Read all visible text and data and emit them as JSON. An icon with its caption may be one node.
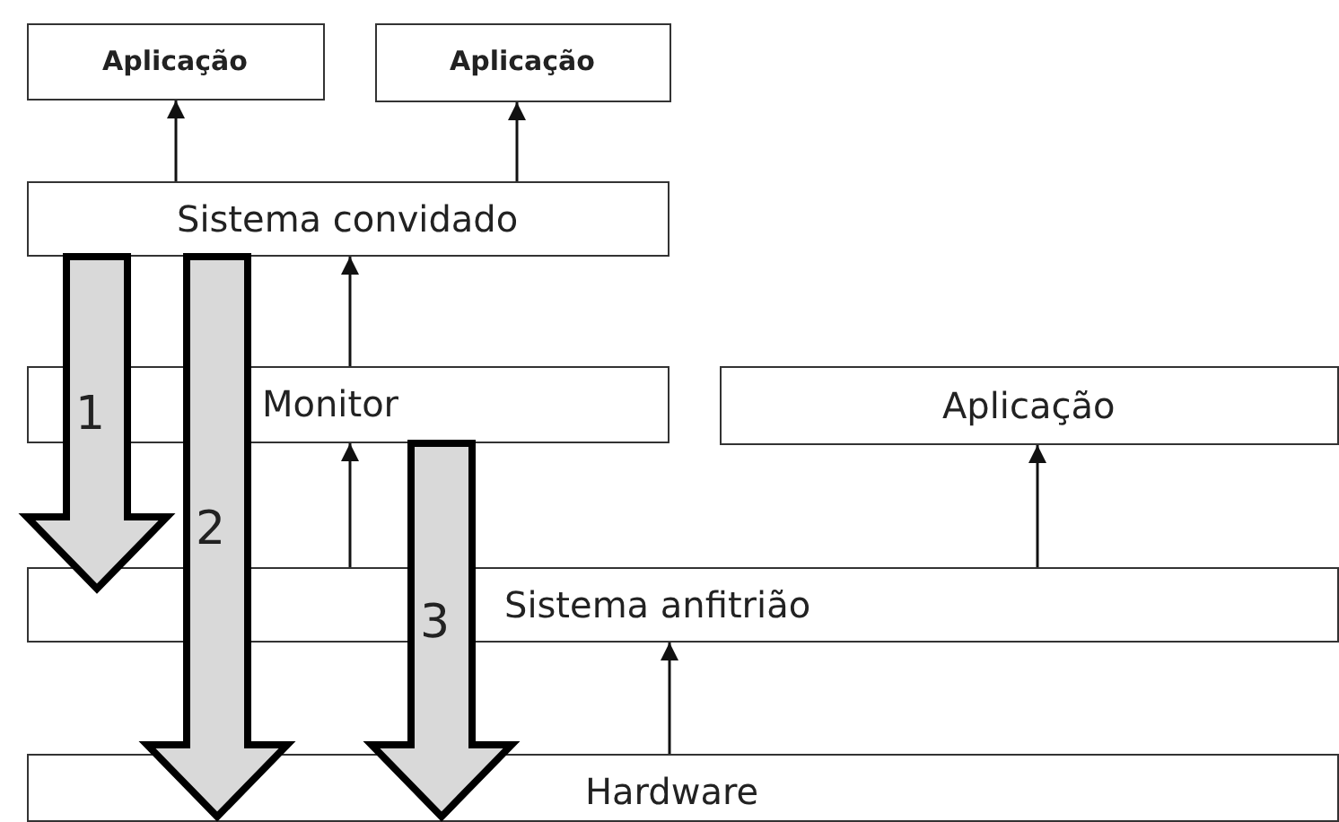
{
  "diagram": {
    "nodes": [
      {
        "text": [
          "Aplicação"
        ]
      },
      {
        "text": [
          "Aplicação"
        ]
      },
      {
        "text": [
          "Sistema convidado"
        ]
      },
      {
        "text": [
          "Monitor"
        ]
      },
      {
        "text": [
          "Aplicação"
        ]
      },
      {
        "text": [
          "Sistema anfitrião"
        ]
      },
      {
        "text": [
          "Hardware"
        ]
      }
    ],
    "edges": [
      {
        "from": 2,
        "to": 0,
        "arrow": "to"
      },
      {
        "from": 2,
        "to": 1,
        "arrow": "to"
      },
      {
        "from": 3,
        "to": 2,
        "arrow": "to"
      },
      {
        "from": 5,
        "to": 3,
        "arrow": "to"
      },
      {
        "from": 5,
        "to": 4,
        "arrow": "to"
      },
      {
        "from": 6,
        "to": 5,
        "arrow": "to"
      },
      {
        "from": 2,
        "to": 5,
        "arrow": "to",
        "label": "1",
        "style": "thick",
        "color": "#d9d9d9"
      },
      {
        "from": 2,
        "to": 6,
        "arrow": "to",
        "label": "2",
        "style": "thick",
        "color": "#d9d9d9"
      },
      {
        "from": 3,
        "to": 6,
        "arrow": "to",
        "label": "3",
        "style": "thick",
        "color": "#d9d9d9"
      }
    ]
  }
}
